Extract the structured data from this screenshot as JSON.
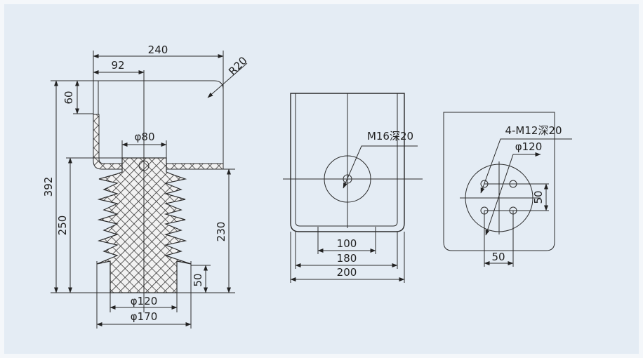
{
  "side_view": {
    "dim_total_width": "240",
    "dim_offset": "92",
    "dim_radius": "R20",
    "dim_total_height": "392",
    "dim_flange_height": "60",
    "dim_insulator_height": "250",
    "dim_mount_height": "230",
    "dim_base_height": "50",
    "dim_top_diameter": "φ80",
    "dim_base_diameter": "φ120",
    "dim_shed_diameter": "φ170"
  },
  "top_view": {
    "thread_label": "M16深20",
    "dim_inner": "100",
    "dim_middle": "180",
    "dim_outer": "200"
  },
  "bottom_view": {
    "thread_label": "4-M12深20",
    "dim_circle": "φ120",
    "dim_vertical_spacing": "50",
    "dim_horizontal_spacing": "50"
  },
  "colors": {
    "background": "#e4ecf4",
    "line": "#2b2b2b"
  }
}
